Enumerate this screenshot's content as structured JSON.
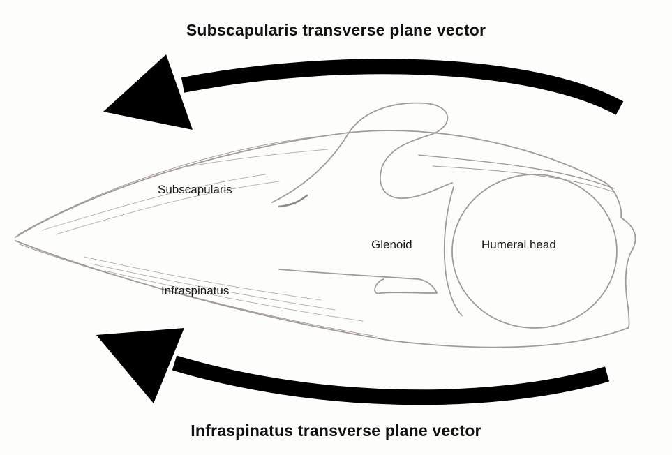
{
  "titles": {
    "top": "Subscapularis transverse plane vector",
    "bottom": "Infraspinatus transverse plane vector"
  },
  "labels": {
    "subscapularis": "Subscapularis",
    "infraspinatus": "Infraspinatus",
    "glenoid": "Glenoid",
    "humeral_head": "Humeral head"
  },
  "colors": {
    "arrow": "#000000",
    "sketch_line": "#9a938e",
    "text": "#111111",
    "background": "#fdfdfc"
  }
}
